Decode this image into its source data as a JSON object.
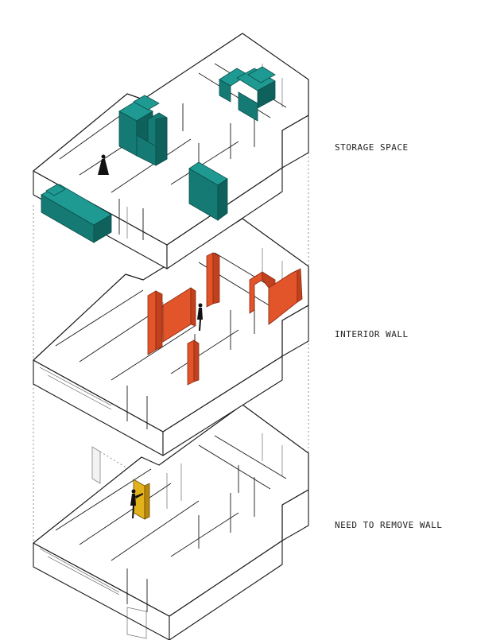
{
  "labels": {
    "storage": "STORAGE SPACE",
    "interior": "INTERIOR WALL",
    "remove": "NEED TO REMOVE WALL"
  },
  "colors": {
    "storage": "#1f9a93",
    "interior_wall": "#e2542a",
    "remove_wall": "#e2b21c"
  }
}
